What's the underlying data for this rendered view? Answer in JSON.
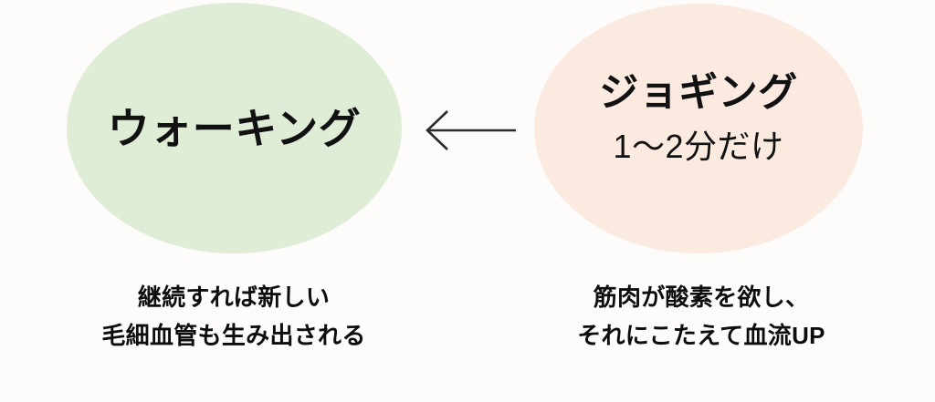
{
  "background": {
    "color": "#fdfcfb"
  },
  "diagram": {
    "type": "flow",
    "direction": "right-to-left",
    "nodes": [
      {
        "id": "walking",
        "shape": "ellipse",
        "fill": "#dfecd6",
        "title": "ウォーキング",
        "subtitle": "",
        "caption_lines": [
          "継続すれば新しい",
          "毛細血管も生み出される"
        ]
      },
      {
        "id": "jogging",
        "shape": "ellipse",
        "fill": "#fbeae0",
        "title": "ジョギング",
        "subtitle": "1〜2分だけ",
        "caption_lines": [
          "筋肉が酸素を欲し、",
          "それにこたえて血流UP"
        ]
      }
    ],
    "arrow": {
      "name": "left-arrow",
      "color": "#2b2b2b",
      "from": "jogging",
      "to": "walking"
    }
  },
  "walking": {
    "title": "ウォーキング",
    "caption_line1": "継続すれば新しい",
    "caption_line2": "毛細血管も生み出される"
  },
  "jogging": {
    "title": "ジョギング",
    "subtitle": "1〜2分だけ",
    "caption_line1": "筋肉が酸素を欲し、",
    "caption_line2": "それにこたえて血流UP"
  }
}
